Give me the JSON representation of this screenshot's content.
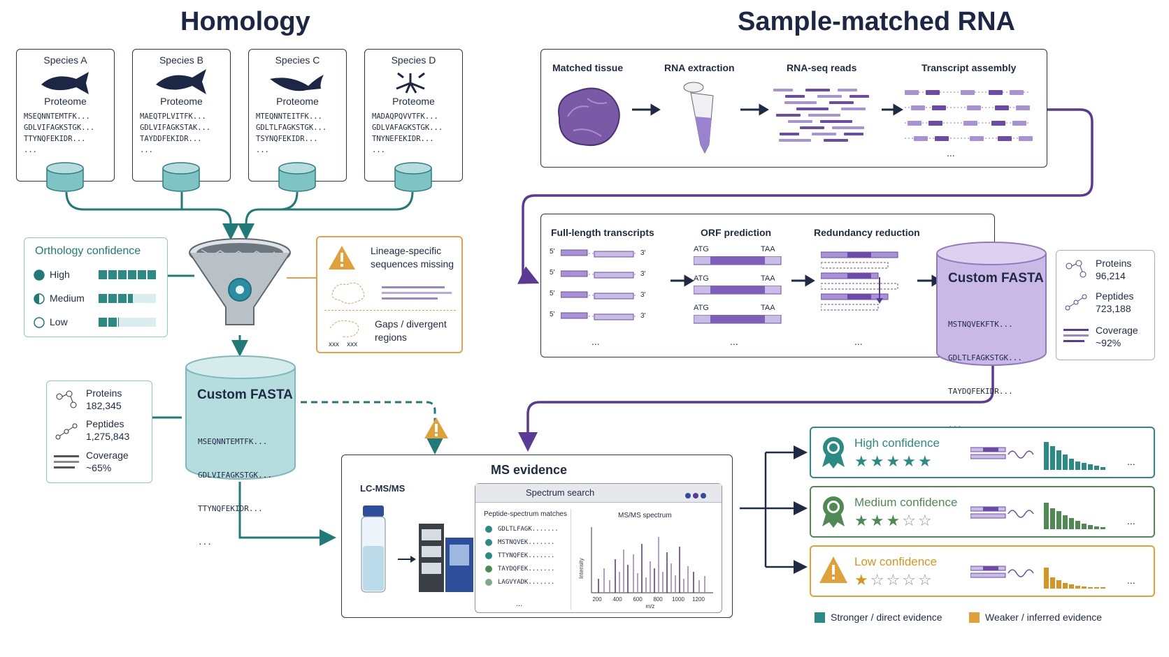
{
  "homology": {
    "title": "Homology",
    "species": [
      {
        "name": "Species A",
        "proteome": "Proteome",
        "seqs": [
          "MSEQNNTEMTFK...",
          "GDLVIFAGKSTGK...",
          "TTYNQFEKIDR..."
        ],
        "more": "..."
      },
      {
        "name": "Species B",
        "proteome": "Proteome",
        "seqs": [
          "MAEQTPLVITFK...",
          "GDLVIFAGKSTAK...",
          "TAYDDFEKIDR..."
        ],
        "more": "..."
      },
      {
        "name": "Species C",
        "proteome": "Proteome",
        "seqs": [
          "MTEQNNTEITFK...",
          "GDLTLFAGKSTGK...",
          "TSYNQFEKIDR..."
        ],
        "more": "..."
      },
      {
        "name": "Species D",
        "proteome": "Proteome",
        "seqs": [
          "MADAQPQVVTFK...",
          "GDLVAFAGKSTGK...",
          "TNYNEFEKIDR..."
        ],
        "more": "..."
      }
    ],
    "orthology": {
      "title": "Orthology confidence",
      "levels": [
        {
          "label": "High",
          "fill": 1.0
        },
        {
          "label": "Medium",
          "fill": 0.6
        },
        {
          "label": "Low",
          "fill": 0.35
        }
      ]
    },
    "warning": {
      "missing": "Lineage-specific sequences missing",
      "gaps": "Gaps / divergent regions",
      "gap_marks": "xxx    xxx"
    },
    "fasta": {
      "title": "Custom FASTA",
      "seqs": [
        "MSEQNNTEMTFK...",
        "GDLVIFAGKSTGK...",
        "TTYNQFEKIDR..."
      ],
      "more": "..."
    },
    "stats": {
      "proteins_label": "Proteins",
      "proteins": "182,345",
      "peptides_label": "Peptides",
      "peptides": "1,275,843",
      "coverage_label": "Coverage",
      "coverage": "~65%"
    }
  },
  "rna": {
    "title": "Sample-matched RNA",
    "steps1": [
      "Matched tissue",
      "RNA extraction",
      "RNA-seq reads",
      "Transcript assembly"
    ],
    "steps2": [
      "Full-length transcripts",
      "ORF prediction",
      "Redundancy reduction"
    ],
    "five": "5'",
    "three": "3'",
    "atg": "ATG",
    "taa": "TAA",
    "more": "...",
    "fasta": {
      "title": "Custom FASTA",
      "seqs": [
        "MSTNQVEKFTK...",
        "GDLTLFAGKSTGK...",
        "TAYDQFEKIDR..."
      ],
      "more": "..."
    },
    "stats": {
      "proteins_label": "Proteins",
      "proteins": "96,214",
      "peptides_label": "Peptides",
      "peptides": "723,188",
      "coverage_label": "Coverage",
      "coverage": "~92%"
    }
  },
  "ms": {
    "title": "MS evidence",
    "lcms": "LC-MS/MS",
    "search": "Spectrum search",
    "psm_title": "Peptide-spectrum matches",
    "psms": [
      "GDLTLFAGK.......",
      "MSTNQVEK.......",
      "TTYNQFEK.......",
      "TAYDQFEK.......",
      "LAGVYADK......."
    ],
    "more": "...",
    "spectrum_title": "MS/MS spectrum",
    "ylabel": "Intensity",
    "xlabel": "m/z",
    "xticks": [
      "200",
      "400",
      "600",
      "800",
      "1000",
      "1200"
    ]
  },
  "confidence": [
    {
      "label": "High confidence",
      "stars": 5,
      "color": "#2b8a83",
      "more": "..."
    },
    {
      "label": "Medium confidence",
      "stars": 3,
      "color": "#4f8a55",
      "more": "..."
    },
    {
      "label": "Low confidence",
      "stars": 1,
      "color": "#d8941f",
      "more": "..."
    }
  ],
  "legend": {
    "stronger": "Stronger / direct evidence",
    "weaker": "Weaker / inferred evidence",
    "teal": "#2b8a83",
    "orange": "#e0a13a"
  }
}
